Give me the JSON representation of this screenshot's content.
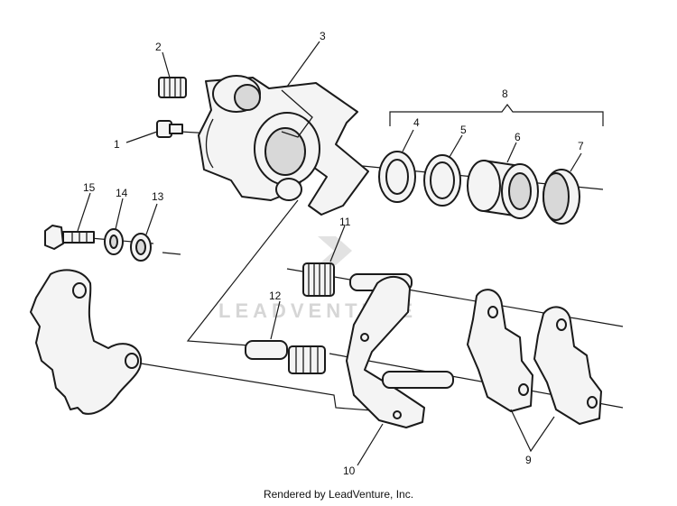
{
  "diagram": {
    "callouts": [
      "1",
      "2",
      "3",
      "4",
      "5",
      "6",
      "7",
      "8",
      "9",
      "10",
      "11",
      "12",
      "13",
      "14",
      "15"
    ],
    "watermark": "LEADVENTURE"
  },
  "footer": {
    "text": "Rendered by LeadVenture, Inc."
  }
}
